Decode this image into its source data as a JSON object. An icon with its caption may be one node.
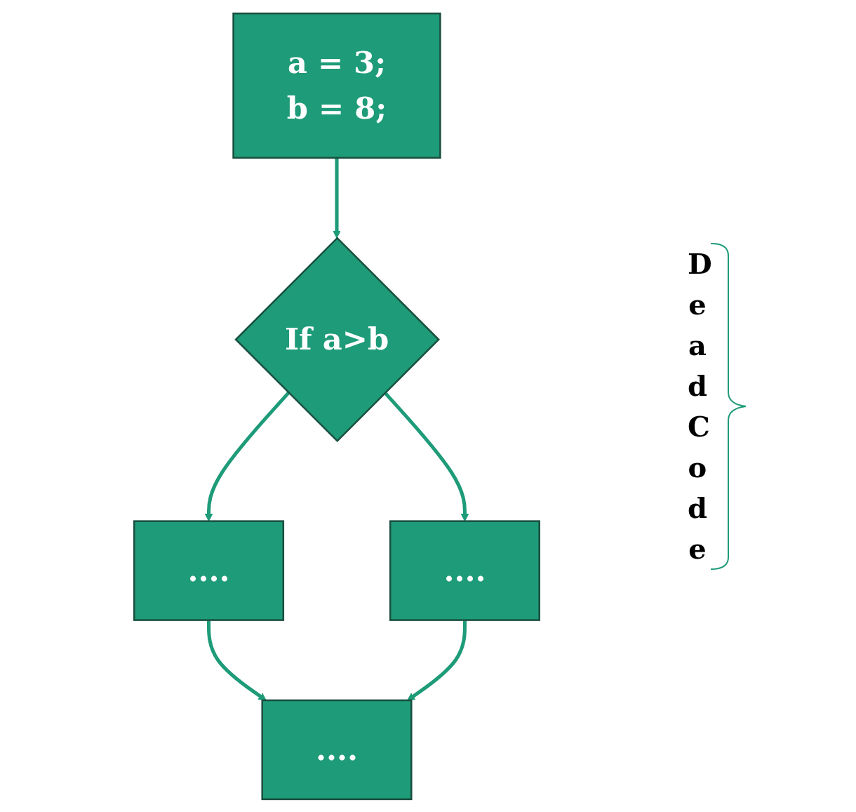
{
  "diagram": {
    "nodes": [
      {
        "text": [
          "a = 3;",
          "b = 8;"
        ]
      },
      {
        "text": [
          "If a>b"
        ]
      },
      {
        "text": [
          "...."
        ]
      },
      {
        "text": [
          "...."
        ]
      },
      {
        "text": [
          "...."
        ]
      }
    ],
    "edges": [
      {
        "from": 0,
        "to": 1,
        "arrow": "to"
      },
      {
        "from": 1,
        "to": 2,
        "arrow": "to"
      },
      {
        "from": 1,
        "to": 3,
        "arrow": "to"
      },
      {
        "from": 2,
        "to": 4,
        "arrow": "to"
      },
      {
        "from": 3,
        "to": 4,
        "arrow": "to"
      }
    ],
    "labels": [
      "DeadCode"
    ]
  }
}
